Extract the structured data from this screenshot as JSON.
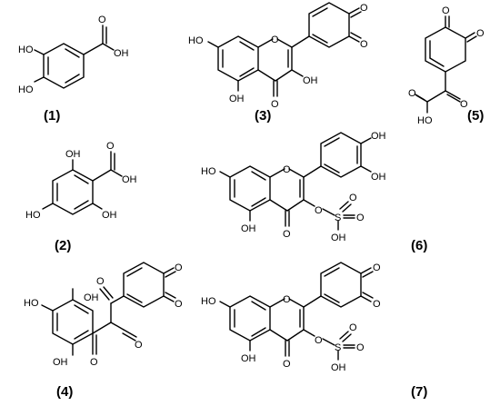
{
  "atoms": {
    "oh": "OH",
    "ho": "HO",
    "o": "O",
    "s": "S"
  },
  "compounds": [
    {
      "id": "1",
      "label": "(1)"
    },
    {
      "id": "2",
      "label": "(2)"
    },
    {
      "id": "3",
      "label": "(3)"
    },
    {
      "id": "4",
      "label": "(4)"
    },
    {
      "id": "5",
      "label": "(5)"
    },
    {
      "id": "6",
      "label": "(6)"
    },
    {
      "id": "7",
      "label": "(7)"
    }
  ]
}
